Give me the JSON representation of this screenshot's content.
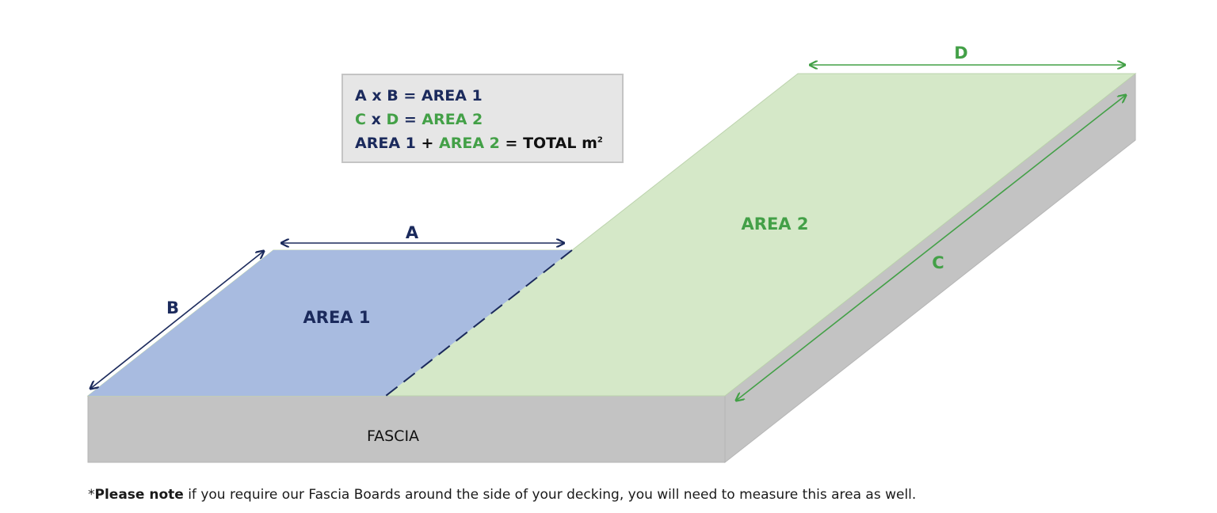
{
  "formula": {
    "line1": {
      "a": "A",
      "x": "x",
      "b": "B",
      "eq": "=",
      "result": "AREA 1"
    },
    "line2": {
      "c": "C",
      "x": "x",
      "d": "D",
      "eq": "=",
      "result": "AREA 2"
    },
    "line3": {
      "area1": "AREA 1",
      "plus": "+",
      "area2": "AREA 2",
      "eq": "=",
      "total": "TOTAL m",
      "sup": "2"
    }
  },
  "labels": {
    "a": "A",
    "b": "B",
    "c": "C",
    "d": "D",
    "area1": "AREA 1",
    "area2": "AREA 2",
    "fascia": "FASCIA"
  },
  "footnote": {
    "prefix": "*",
    "bold": "Please note",
    "text": " if you require our Fascia Boards around the side of your decking, you will need to measure this area as well."
  },
  "colors": {
    "navy": "#1b2a5c",
    "green": "#43a047",
    "area1_fill": "#a8bbe0",
    "area2_fill": "#d5e8c8",
    "fascia_fill": "#c3c3c3",
    "box_fill": "#e6e6e6"
  }
}
